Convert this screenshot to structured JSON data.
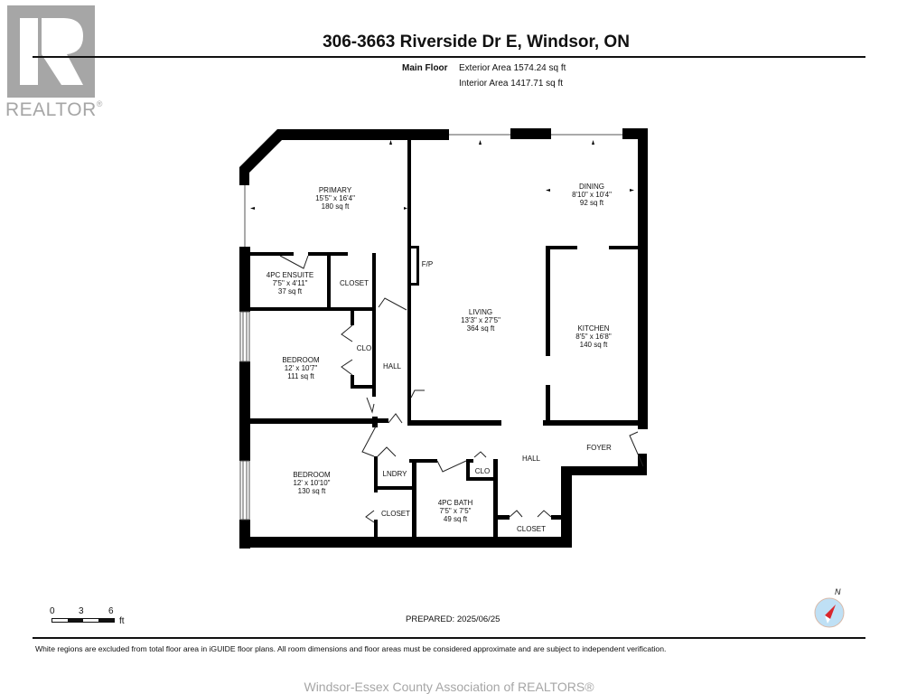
{
  "branding": {
    "logo_text": "REALTOR",
    "logo_reg": "®",
    "logo_color": "#a6a6a6"
  },
  "header": {
    "title": "306-3663 Riverside Dr E, Windsor, ON",
    "floor_name": "Main Floor",
    "exterior_area": "Exterior Area 1574.24 sq ft",
    "interior_area": "Interior Area 1417.71 sq ft"
  },
  "rooms": [
    {
      "name": "PRIMARY",
      "dims": "15'5\" x 16'4\"",
      "area": "180 sq ft"
    },
    {
      "name": "DINING",
      "dims": "8'10\" x 10'4\"",
      "area": "92 sq ft"
    },
    {
      "name": "4PC ENSUITE",
      "dims": "7'5\" x 4'11\"",
      "area": "37 sq ft"
    },
    {
      "name": "LIVING",
      "dims": "13'3\" x 27'5\"",
      "area": "364 sq ft"
    },
    {
      "name": "KITCHEN",
      "dims": "8'5\" x 16'8\"",
      "area": "140 sq ft"
    },
    {
      "name": "BEDROOM",
      "dims": "12' x 10'7\"",
      "area": "111 sq ft"
    },
    {
      "name": "BEDROOM",
      "dims": "12' x 10'10\"",
      "area": "130 sq ft"
    },
    {
      "name": "4PC BATH",
      "dims": "7'5\" x 7'5\"",
      "area": "49 sq ft"
    }
  ],
  "labels": {
    "closet_ensuite": "CLOSET",
    "fp": "F/P",
    "clo_bedroom": "CLO",
    "hall_left": "HALL",
    "hall_center": "HALL",
    "foyer": "FOYER",
    "lndry": "LNDRY",
    "clo_bath": "CLO",
    "closet_bedroom2": "CLOSET",
    "closet_hall": "CLOSET"
  },
  "scale": {
    "ticks": [
      "0",
      "3",
      "6"
    ],
    "unit": "ft"
  },
  "compass": {
    "north_label": "N",
    "needle_color": "#d9262c",
    "face_color": "#bfe0f5"
  },
  "footer": {
    "prepared": "PREPARED: 2025/06/25",
    "disclaimer": "White regions are excluded from total floor area in iGUIDE floor plans. All room dimensions and floor areas must be considered approximate and are subject to independent verification.",
    "association": "Windsor-Essex County Association of REALTORS®"
  }
}
